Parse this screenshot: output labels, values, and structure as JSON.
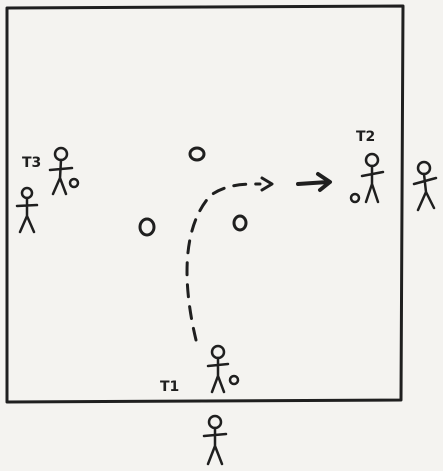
{
  "diagram": {
    "players": [
      {
        "label": "T1"
      },
      {
        "label": "T2"
      },
      {
        "label": "T3"
      }
    ],
    "ink_color": "#1f1f1f",
    "paper_color": "#f4f3f0"
  }
}
